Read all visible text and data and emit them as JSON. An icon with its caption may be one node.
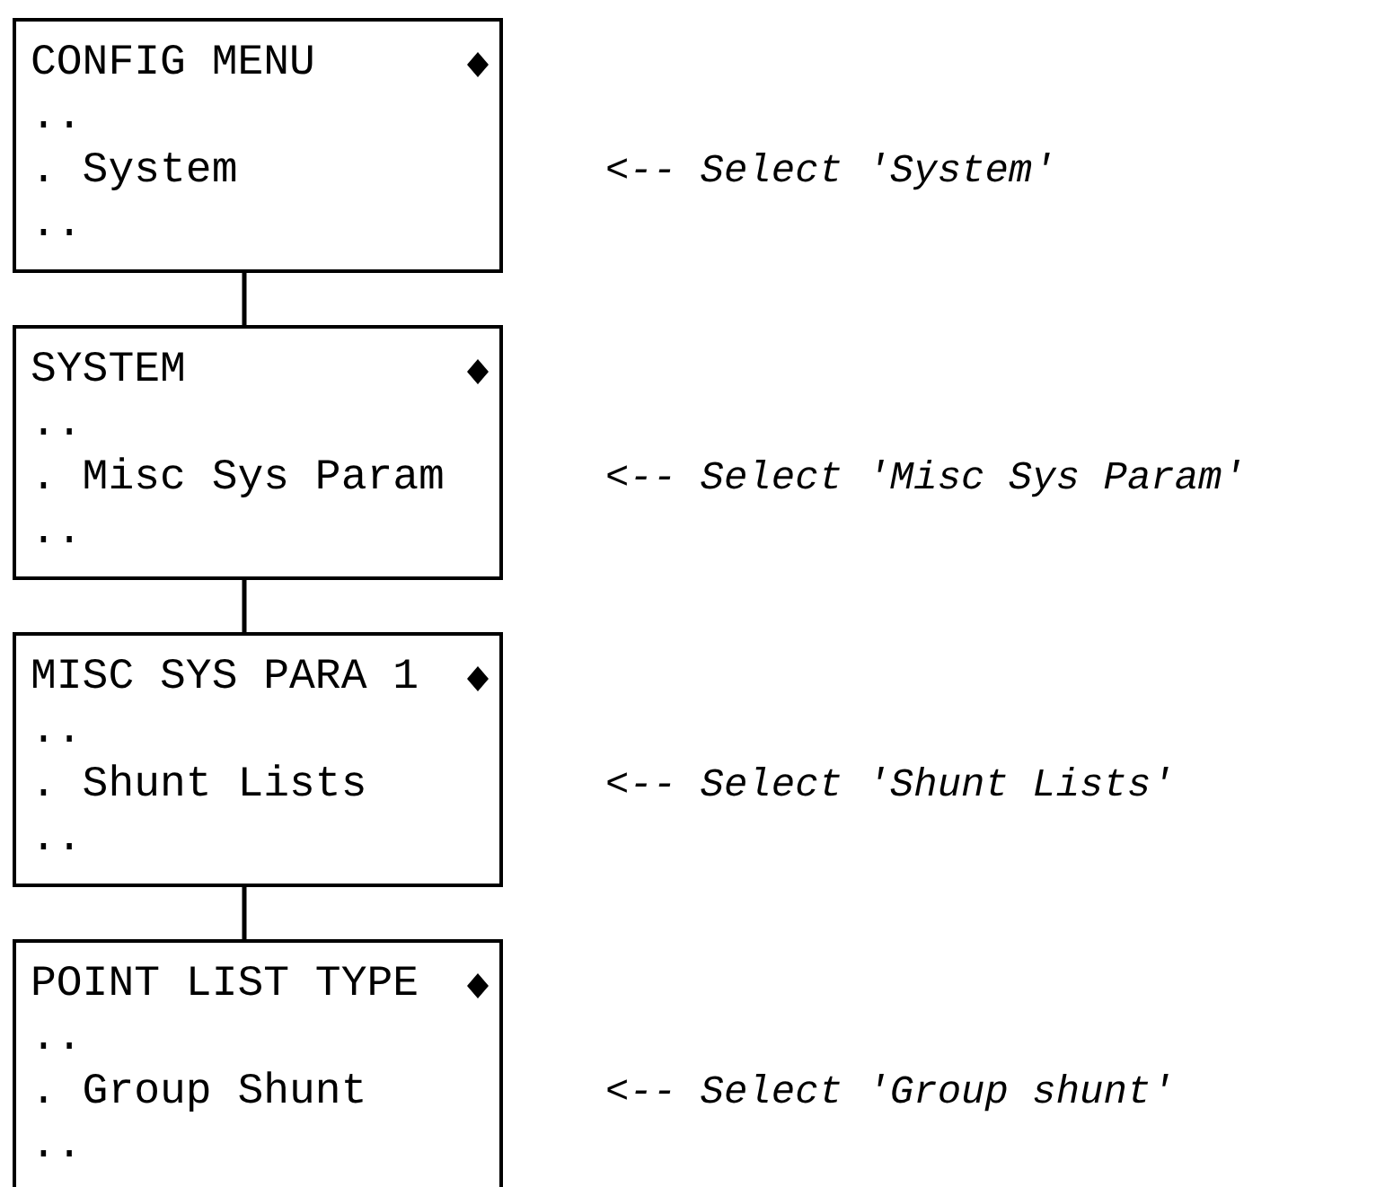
{
  "diagram": {
    "nodes": [
      {
        "text": [
          "CONFIG MENU",
          "..",
          ". System",
          ".."
        ],
        "beside": [
          "<-- Select 'System'"
        ]
      },
      {
        "text": [
          "SYSTEM",
          "..",
          ". Misc Sys Param",
          ".."
        ],
        "beside": [
          "<-- Select 'Misc Sys Param'"
        ]
      },
      {
        "text": [
          "MISC SYS PARA 1",
          "..",
          ". Shunt Lists",
          ".."
        ],
        "beside": [
          "<-- Select 'Shunt Lists'"
        ]
      },
      {
        "text": [
          "POINT LIST TYPE",
          "..",
          ". Group Shunt",
          ".."
        ],
        "beside": [
          "<-- Select 'Group shunt'"
        ]
      }
    ],
    "edges": [
      {
        "from": 0,
        "to": 1,
        "arrow": "none"
      },
      {
        "from": 1,
        "to": 2,
        "arrow": "none"
      },
      {
        "from": 2,
        "to": 3,
        "arrow": "none"
      }
    ]
  }
}
